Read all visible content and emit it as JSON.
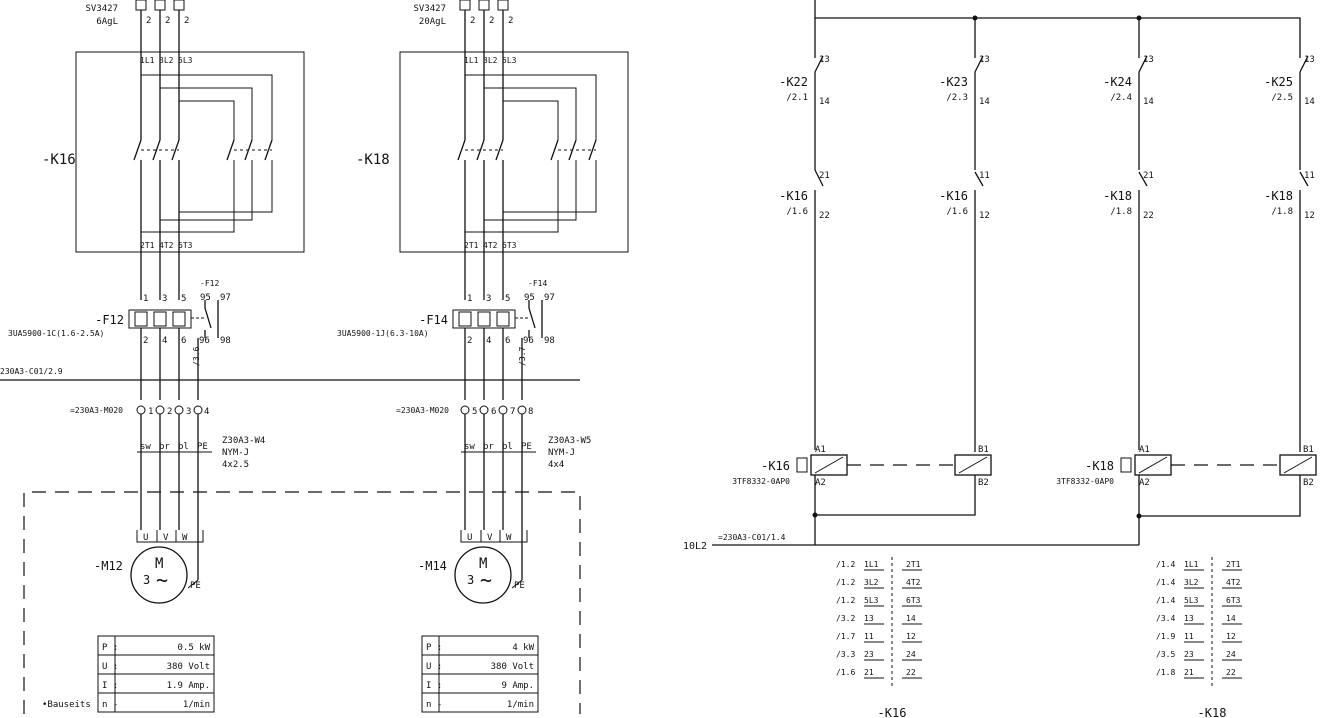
{
  "left": {
    "circuits": [
      {
        "breaker": "SV3427",
        "breaker_rating": "6AgL",
        "breaker_terminals": [
          "2",
          "2",
          "2"
        ],
        "contactor": "-K16",
        "contactor_top_terminals": [
          "1L1",
          "3L2",
          "5L3"
        ],
        "contactor_bottom_terminals": [
          "2T1",
          "4T2",
          "6T3"
        ],
        "relay_label": "-F12",
        "relay_tag": "-F12",
        "relay_top_terminals": [
          "1",
          "3",
          "5"
        ],
        "relay_bottom_terminals": [
          "2",
          "4",
          "6"
        ],
        "relay_contact_top": [
          "95",
          "97"
        ],
        "relay_contact_bottom": [
          "96",
          "98"
        ],
        "relay_type": "3UA5900-1C(1.6-2.5A)",
        "relay_ref": "/3.6",
        "terminal_ref": "=230A3-M020",
        "terminals": [
          "1",
          "2",
          "3",
          "4"
        ],
        "wire_colors": [
          "sw",
          "br",
          "bl",
          "PE"
        ],
        "cable_ref": "Z30A3-W4",
        "cable_type": "NYM-J",
        "cable_size": "4x2.5",
        "motor_terminals": [
          "U",
          "V",
          "W"
        ],
        "motor_label": "-M12",
        "motor_symbol": "M",
        "motor_phase": "3",
        "motor_wave": "~",
        "motor_pe": "PE",
        "spec": [
          {
            "k": "P :",
            "v": "0.5 kW"
          },
          {
            "k": "U :",
            "v": "380 Volt"
          },
          {
            "k": "I :",
            "v": "1.9 Amp."
          },
          {
            "k": "n -",
            "v": "1/min"
          }
        ]
      },
      {
        "breaker": "SV3427",
        "breaker_rating": "20AgL",
        "breaker_terminals": [
          "2",
          "2",
          "2"
        ],
        "contactor": "-K18",
        "contactor_top_terminals": [
          "1L1",
          "3L2",
          "5L3"
        ],
        "contactor_bottom_terminals": [
          "2T1",
          "4T2",
          "6T3"
        ],
        "relay_label": "-F14",
        "relay_tag": "-F14",
        "relay_top_terminals": [
          "1",
          "3",
          "5"
        ],
        "relay_bottom_terminals": [
          "2",
          "4",
          "6"
        ],
        "relay_contact_top": [
          "95",
          "97"
        ],
        "relay_contact_bottom": [
          "96",
          "98"
        ],
        "relay_type": "3UA5900-1J(6.3-10A)",
        "relay_ref": "/3.7",
        "terminal_ref": "=230A3-M020",
        "terminals": [
          "5",
          "6",
          "7",
          "8"
        ],
        "wire_colors": [
          "sw",
          "br",
          "bl",
          "PE"
        ],
        "cable_ref": "Z30A3-W5",
        "cable_type": "NYM-J",
        "cable_size": "4x4",
        "motor_terminals": [
          "U",
          "V",
          "W"
        ],
        "motor_label": "-M14",
        "motor_symbol": "M",
        "motor_phase": "3",
        "motor_wave": "~",
        "motor_pe": "PE",
        "spec": [
          {
            "k": "P :",
            "v": "4 kW"
          },
          {
            "k": "U :",
            "v": "380 Volt"
          },
          {
            "k": "I :",
            "v": "9 Amp."
          },
          {
            "k": "n -",
            "v": "1/min"
          }
        ]
      }
    ],
    "bus_ref": "230A3-C01/2.9",
    "on_site_note": "•Bauseits"
  },
  "right": {
    "rungs": [
      {
        "contact_label": "-K22",
        "contact_ref": "/2.1",
        "contact_top": "13",
        "contact_bot": "14",
        "interlock_label": "-K16",
        "interlock_ref": "/1.6",
        "interlock_top": "21",
        "interlock_bot": "22"
      },
      {
        "contact_label": "-K23",
        "contact_ref": "/2.3",
        "contact_top": "13",
        "contact_bot": "14",
        "interlock_label": "-K16",
        "interlock_ref": "/1.6",
        "interlock_top": "11",
        "interlock_bot": "12"
      },
      {
        "contact_label": "-K24",
        "contact_ref": "/2.4",
        "contact_top": "13",
        "contact_bot": "14",
        "interlock_label": "-K18",
        "interlock_ref": "/1.8",
        "interlock_top": "21",
        "interlock_bot": "22"
      },
      {
        "contact_label": "-K25",
        "contact_ref": "/2.5",
        "contact_top": "13",
        "contact_bot": "14",
        "interlock_label": "-K18",
        "interlock_ref": "/1.8",
        "interlock_top": "11",
        "interlock_bot": "12"
      }
    ],
    "coils": [
      {
        "label": "-K16",
        "type": "3TF8332-0AP0",
        "a_top": "A1",
        "a_bot": "A2",
        "b_top": "B1",
        "b_bot": "B2"
      },
      {
        "label": "-K18",
        "type": "3TF8332-0AP0",
        "a_top": "A1",
        "a_bot": "A2",
        "b_top": "B1",
        "b_bot": "B2"
      }
    ],
    "neutral_label": "10L2",
    "neutral_ref": "=230A3-C01/1.4",
    "contact_tables": [
      {
        "name": "-K16",
        "rows": [
          {
            "ref": "/1.2",
            "a": "1L1",
            "b": "2T1"
          },
          {
            "ref": "/1.2",
            "a": "3L2",
            "b": "4T2"
          },
          {
            "ref": "/1.2",
            "a": "5L3",
            "b": "6T3"
          },
          {
            "ref": "/3.2",
            "a": "13",
            "b": "14"
          },
          {
            "ref": "/1.7",
            "a": "11",
            "b": "12"
          },
          {
            "ref": "/3.3",
            "a": "23",
            "b": "24"
          },
          {
            "ref": "/1.6",
            "a": "21",
            "b": "22"
          }
        ]
      },
      {
        "name": "-K18",
        "rows": [
          {
            "ref": "/1.4",
            "a": "1L1",
            "b": "2T1"
          },
          {
            "ref": "/1.4",
            "a": "3L2",
            "b": "4T2"
          },
          {
            "ref": "/1.4",
            "a": "5L3",
            "b": "6T3"
          },
          {
            "ref": "/3.4",
            "a": "13",
            "b": "14"
          },
          {
            "ref": "/1.9",
            "a": "11",
            "b": "12"
          },
          {
            "ref": "/3.5",
            "a": "23",
            "b": "24"
          },
          {
            "ref": "/1.8",
            "a": "21",
            "b": "22"
          }
        ]
      }
    ]
  }
}
